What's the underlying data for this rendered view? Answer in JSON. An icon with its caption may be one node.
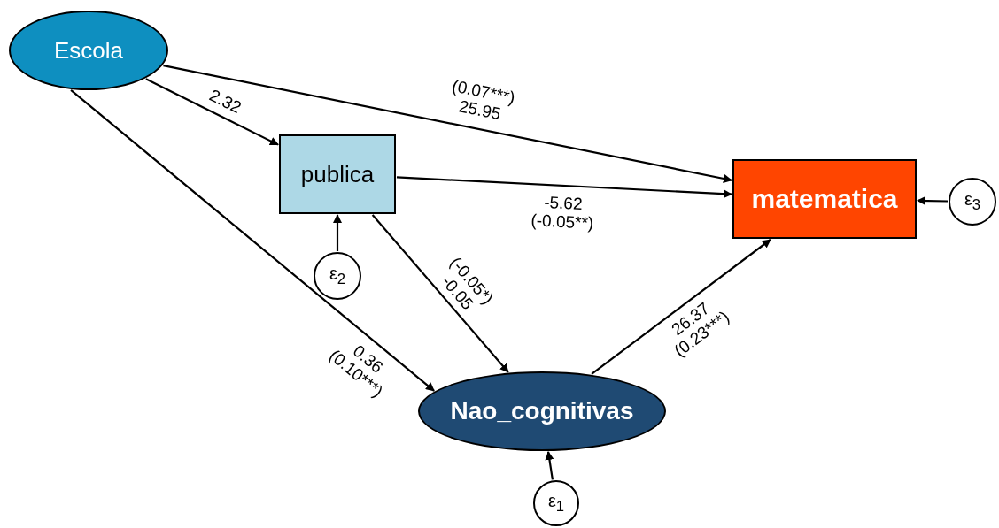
{
  "diagram": {
    "nodes": [
      {
        "text": [
          "Escola"
        ]
      },
      {
        "text": [
          "publica"
        ]
      },
      {
        "text": [
          "matematica"
        ]
      },
      {
        "text": [
          "ε$_{3}$"
        ]
      },
      {
        "text": [
          "ε$_{2}$"
        ]
      },
      {
        "text": [
          "Nao_cognitivas"
        ]
      },
      {
        "text": [
          "ε$_{1}$"
        ]
      }
    ],
    "edges": [
      {
        "from": 0,
        "to": 1,
        "arrow": "to",
        "label": "2.32"
      },
      {
        "from": 0,
        "to": 2,
        "arrow": "to",
        "label": "(0.07***) 25.95"
      },
      {
        "from": 0,
        "to": 5,
        "arrow": "to",
        "label": "0.36 (0.10***)"
      },
      {
        "from": 1,
        "to": 2,
        "arrow": "to",
        "label": "-5.62 (-0.05**)"
      },
      {
        "from": 1,
        "to": 5,
        "arrow": "to",
        "label": "(-0.05*) -0.05"
      },
      {
        "from": 5,
        "to": 2,
        "arrow": "to",
        "label": "26.37 (0.23***)"
      },
      {
        "from": 4,
        "to": 1,
        "arrow": "to"
      },
      {
        "from": 3,
        "to": 2,
        "arrow": "to"
      },
      {
        "from": 6,
        "to": 5,
        "arrow": "to"
      }
    ]
  }
}
